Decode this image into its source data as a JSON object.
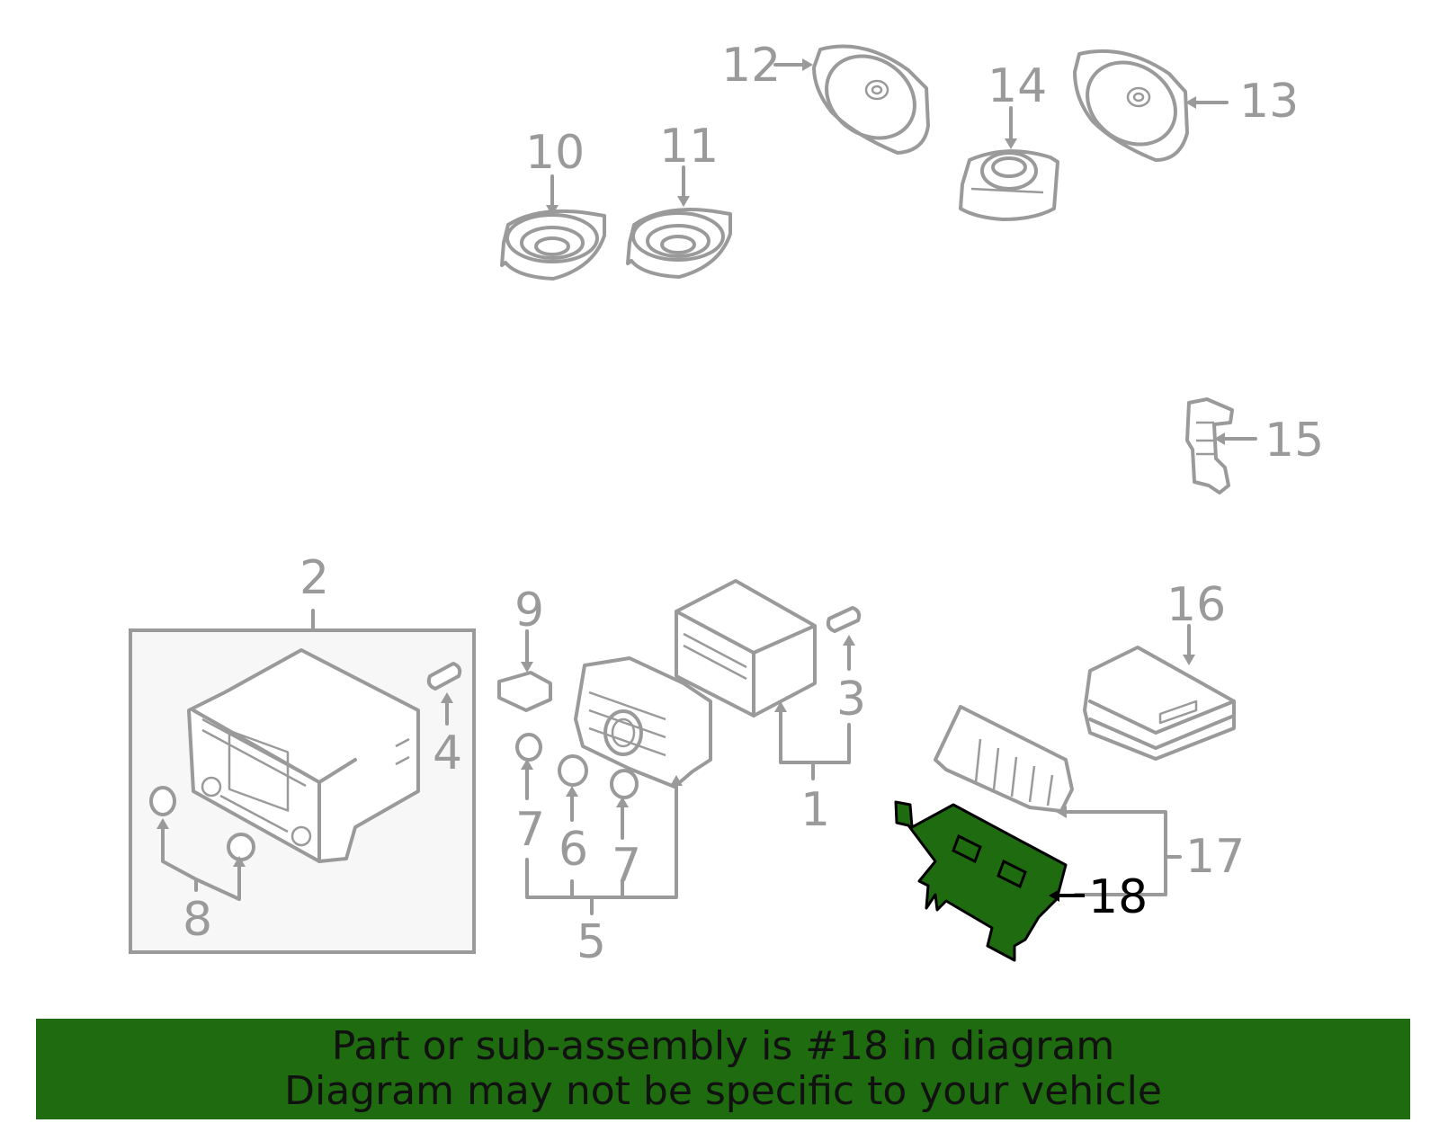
{
  "colors": {
    "line": "#9a9a9a",
    "highlight_fill": "#1f6b0f",
    "highlight_text": "#000000",
    "banner": "#1f6b0f"
  },
  "callouts": {
    "c1": "1",
    "c2": "2",
    "c3": "3",
    "c4": "4",
    "c5": "5",
    "c6": "6",
    "c7a": "7",
    "c7b": "7",
    "c8": "8",
    "c9": "9",
    "c10": "10",
    "c11": "11",
    "c12": "12",
    "c13": "13",
    "c14": "14",
    "c15": "15",
    "c16": "16",
    "c17": "17",
    "c18": "18"
  },
  "highlighted_part": "18",
  "banner": {
    "line1": "Part or sub-assembly is #18 in diagram",
    "line2": "Diagram may not be specific to your vehicle"
  }
}
